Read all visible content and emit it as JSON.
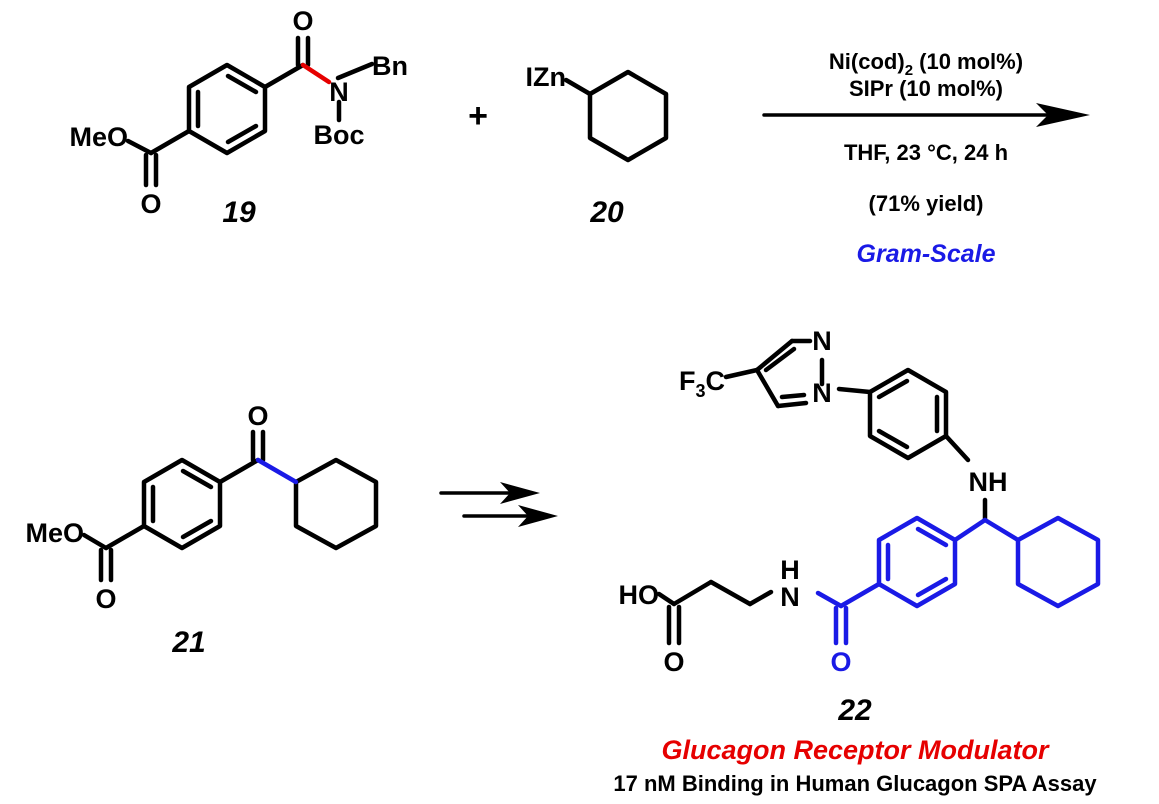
{
  "reaction": {
    "conditions": {
      "catalyst": "Ni(cod)",
      "catalyst_subscript": "2",
      "catalyst_loading": " (10 mol%)",
      "ligand": "SIPr (10 mol%)",
      "solvent_temp_time": "THF, 23 °C, 24 h",
      "yield": "(71% yield)",
      "scale": "Gram-Scale"
    },
    "plus": "+"
  },
  "compounds": {
    "c19": {
      "number": "19",
      "meo": "MeO",
      "o_carbonyl": "O",
      "o_ester": "O",
      "n": "N",
      "bn": "Bn",
      "boc": "Boc"
    },
    "c20": {
      "number": "20",
      "izn": "IZn"
    },
    "c21": {
      "number": "21",
      "meo": "MeO",
      "o_carbonyl": "O",
      "o_ester": "O"
    },
    "c22": {
      "number": "22",
      "f3c": "F",
      "f3c_sub": "3",
      "f3c_c": "C",
      "pyrazole_n1": "N",
      "pyrazole_n2": "N",
      "nh": "NH",
      "ho": "HO",
      "o_acid": "O",
      "amide_h": "H",
      "amide_n": "N",
      "o_amide": "O",
      "activity_title": "Glucagon Receptor Modulator",
      "activity_text": "17 nM Binding in Human Glucagon SPA Assay"
    }
  },
  "colors": {
    "highlight_blue": "#1a1ae6",
    "highlight_red": "#e60000"
  }
}
